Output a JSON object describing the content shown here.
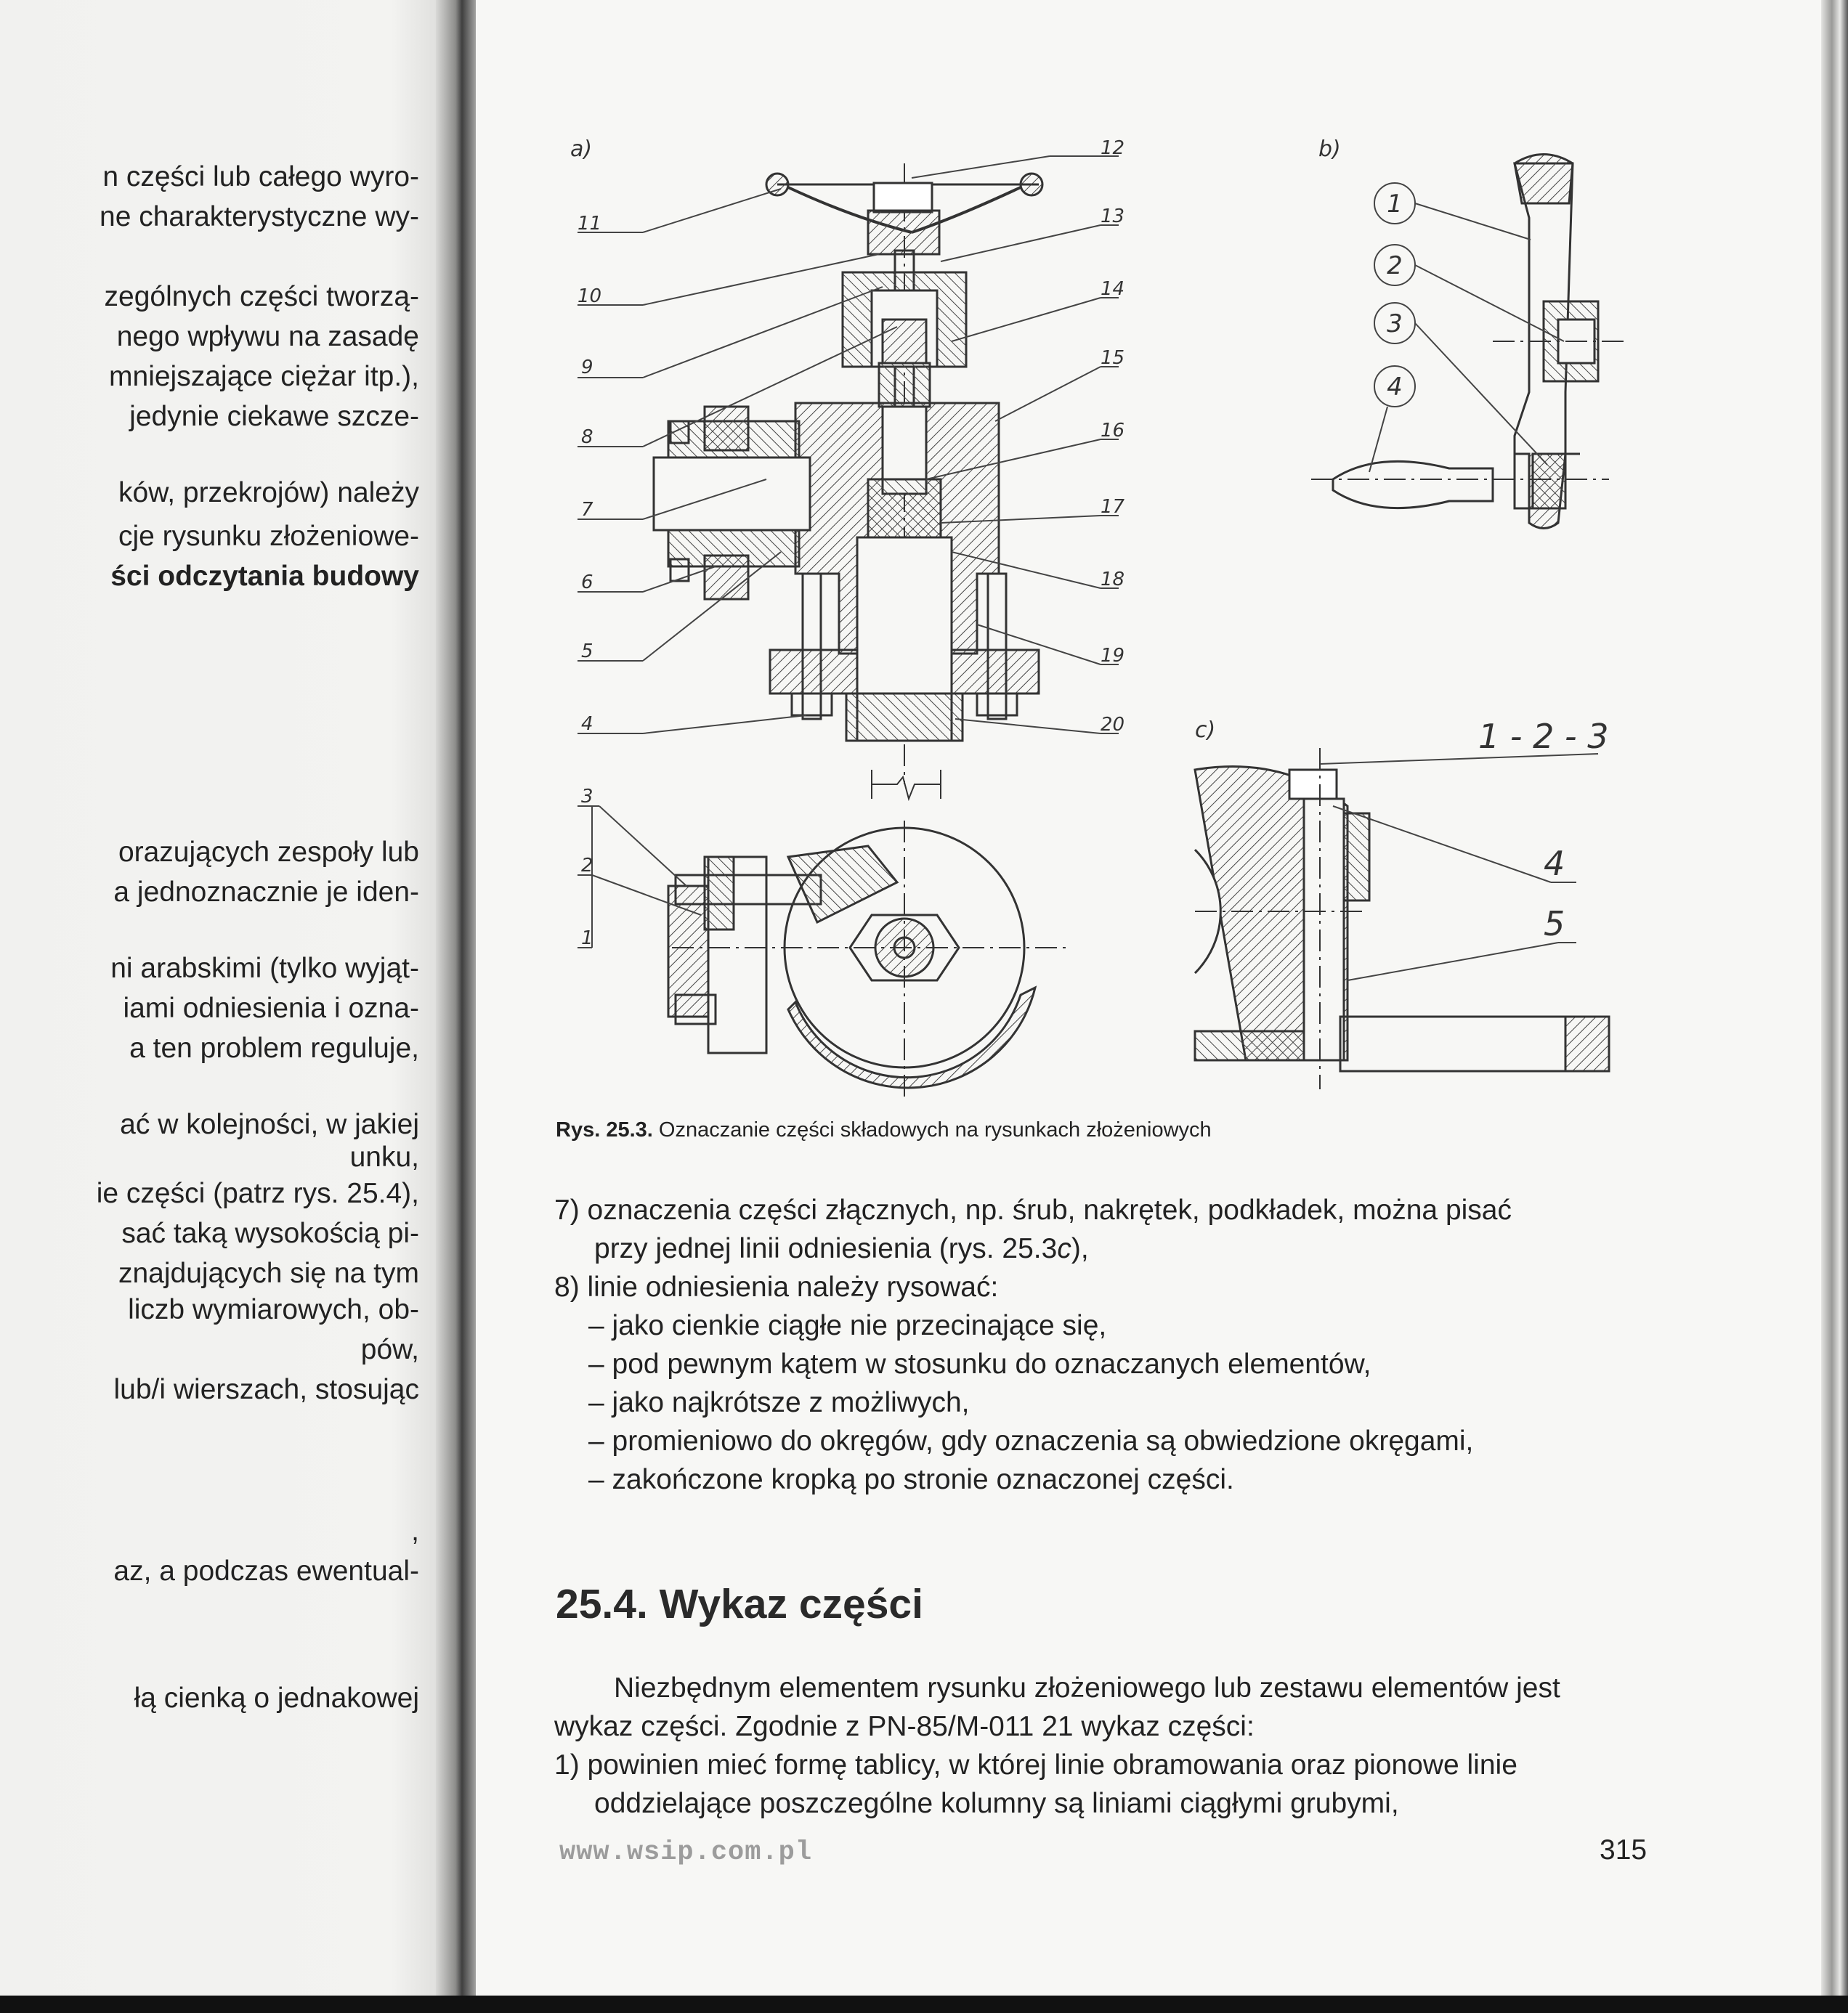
{
  "left_page": {
    "lines": [
      "n części lub całego wyro-",
      "ne charakterystyczne wy-",
      "zególnych części tworzą-",
      "nego wpływu na zasadę",
      "mniejszające ciężar itp.),",
      "jedynie ciekawe szcze-",
      "ków, przekrojów) należy",
      "cje rysunku złożeniowe-",
      "ści odczytania budowy",
      "orazujących zespoły lub",
      "a jednoznacznie je iden-",
      "ni arabskimi (tylko wyjąt-",
      "iami odniesienia i ozna-",
      "a ten problem reguluje,",
      "ać w kolejności, w jakiej",
      "unku,",
      "ie części (patrz rys. 25.4),",
      "sać taką wysokością pi-",
      "znajdujących się na tym",
      "liczb wymiarowych, ob-",
      "pów,",
      "lub/i wierszach, stosując",
      ",",
      "az, a podczas ewentual-",
      "łą cienką o jednakowej"
    ]
  },
  "figure": {
    "panel_labels": {
      "a": "a)",
      "b": "b)",
      "c": "c)"
    },
    "a_labels": [
      "1",
      "2",
      "3",
      "4",
      "5",
      "6",
      "7",
      "8",
      "9",
      "10",
      "11",
      "12",
      "13",
      "14",
      "15",
      "16",
      "17",
      "18",
      "19",
      "20"
    ],
    "b_labels": [
      "1",
      "2",
      "3",
      "4"
    ],
    "c_labels": {
      "group": "1 - 2 - 3",
      "four": "4",
      "five": "5"
    }
  },
  "caption": {
    "number": "Rys. 25.3.",
    "text": " Oznaczanie części składowych na rysunkach złożeniowych"
  },
  "list_items": {
    "item7_line1": "7) oznaczenia części złącznych, np. śrub, nakrętek, podkładek, można pisać",
    "item7_line2_pre": "przy jednej linii odniesienia (rys. 25.3",
    "item7_line2_italic": "c",
    "item7_line2_post": "),",
    "item8": "8) linie odniesienia należy rysować:",
    "sub": [
      "– jako cienkie ciągłe nie przecinające się,",
      "– pod pewnym kątem w stosunku do oznaczanych elementów,",
      "– jako najkrótsze z możliwych,",
      "– promieniowo do okręgów, gdy oznaczenia są obwiedzione okręgami,",
      "– zakończone kropką po stronie oznaczonej części."
    ]
  },
  "section": {
    "title": "25.4. Wykaz części",
    "para_line1": "Niezbędnym elementem rysunku złożeniowego lub zestawu elementów jest",
    "para_line2": "wykaz części. Zgodnie z PN-85/M-011 21 wykaz części:",
    "item1_line1": "1) powinien mieć formę tablicy, w której linie obramowania oraz pionowe linie",
    "item1_line2": "oddzielające poszczególne kolumny są liniami ciągłymi grubymi,"
  },
  "footer": {
    "url": "www.wsip.com.pl",
    "page_number": "315"
  }
}
